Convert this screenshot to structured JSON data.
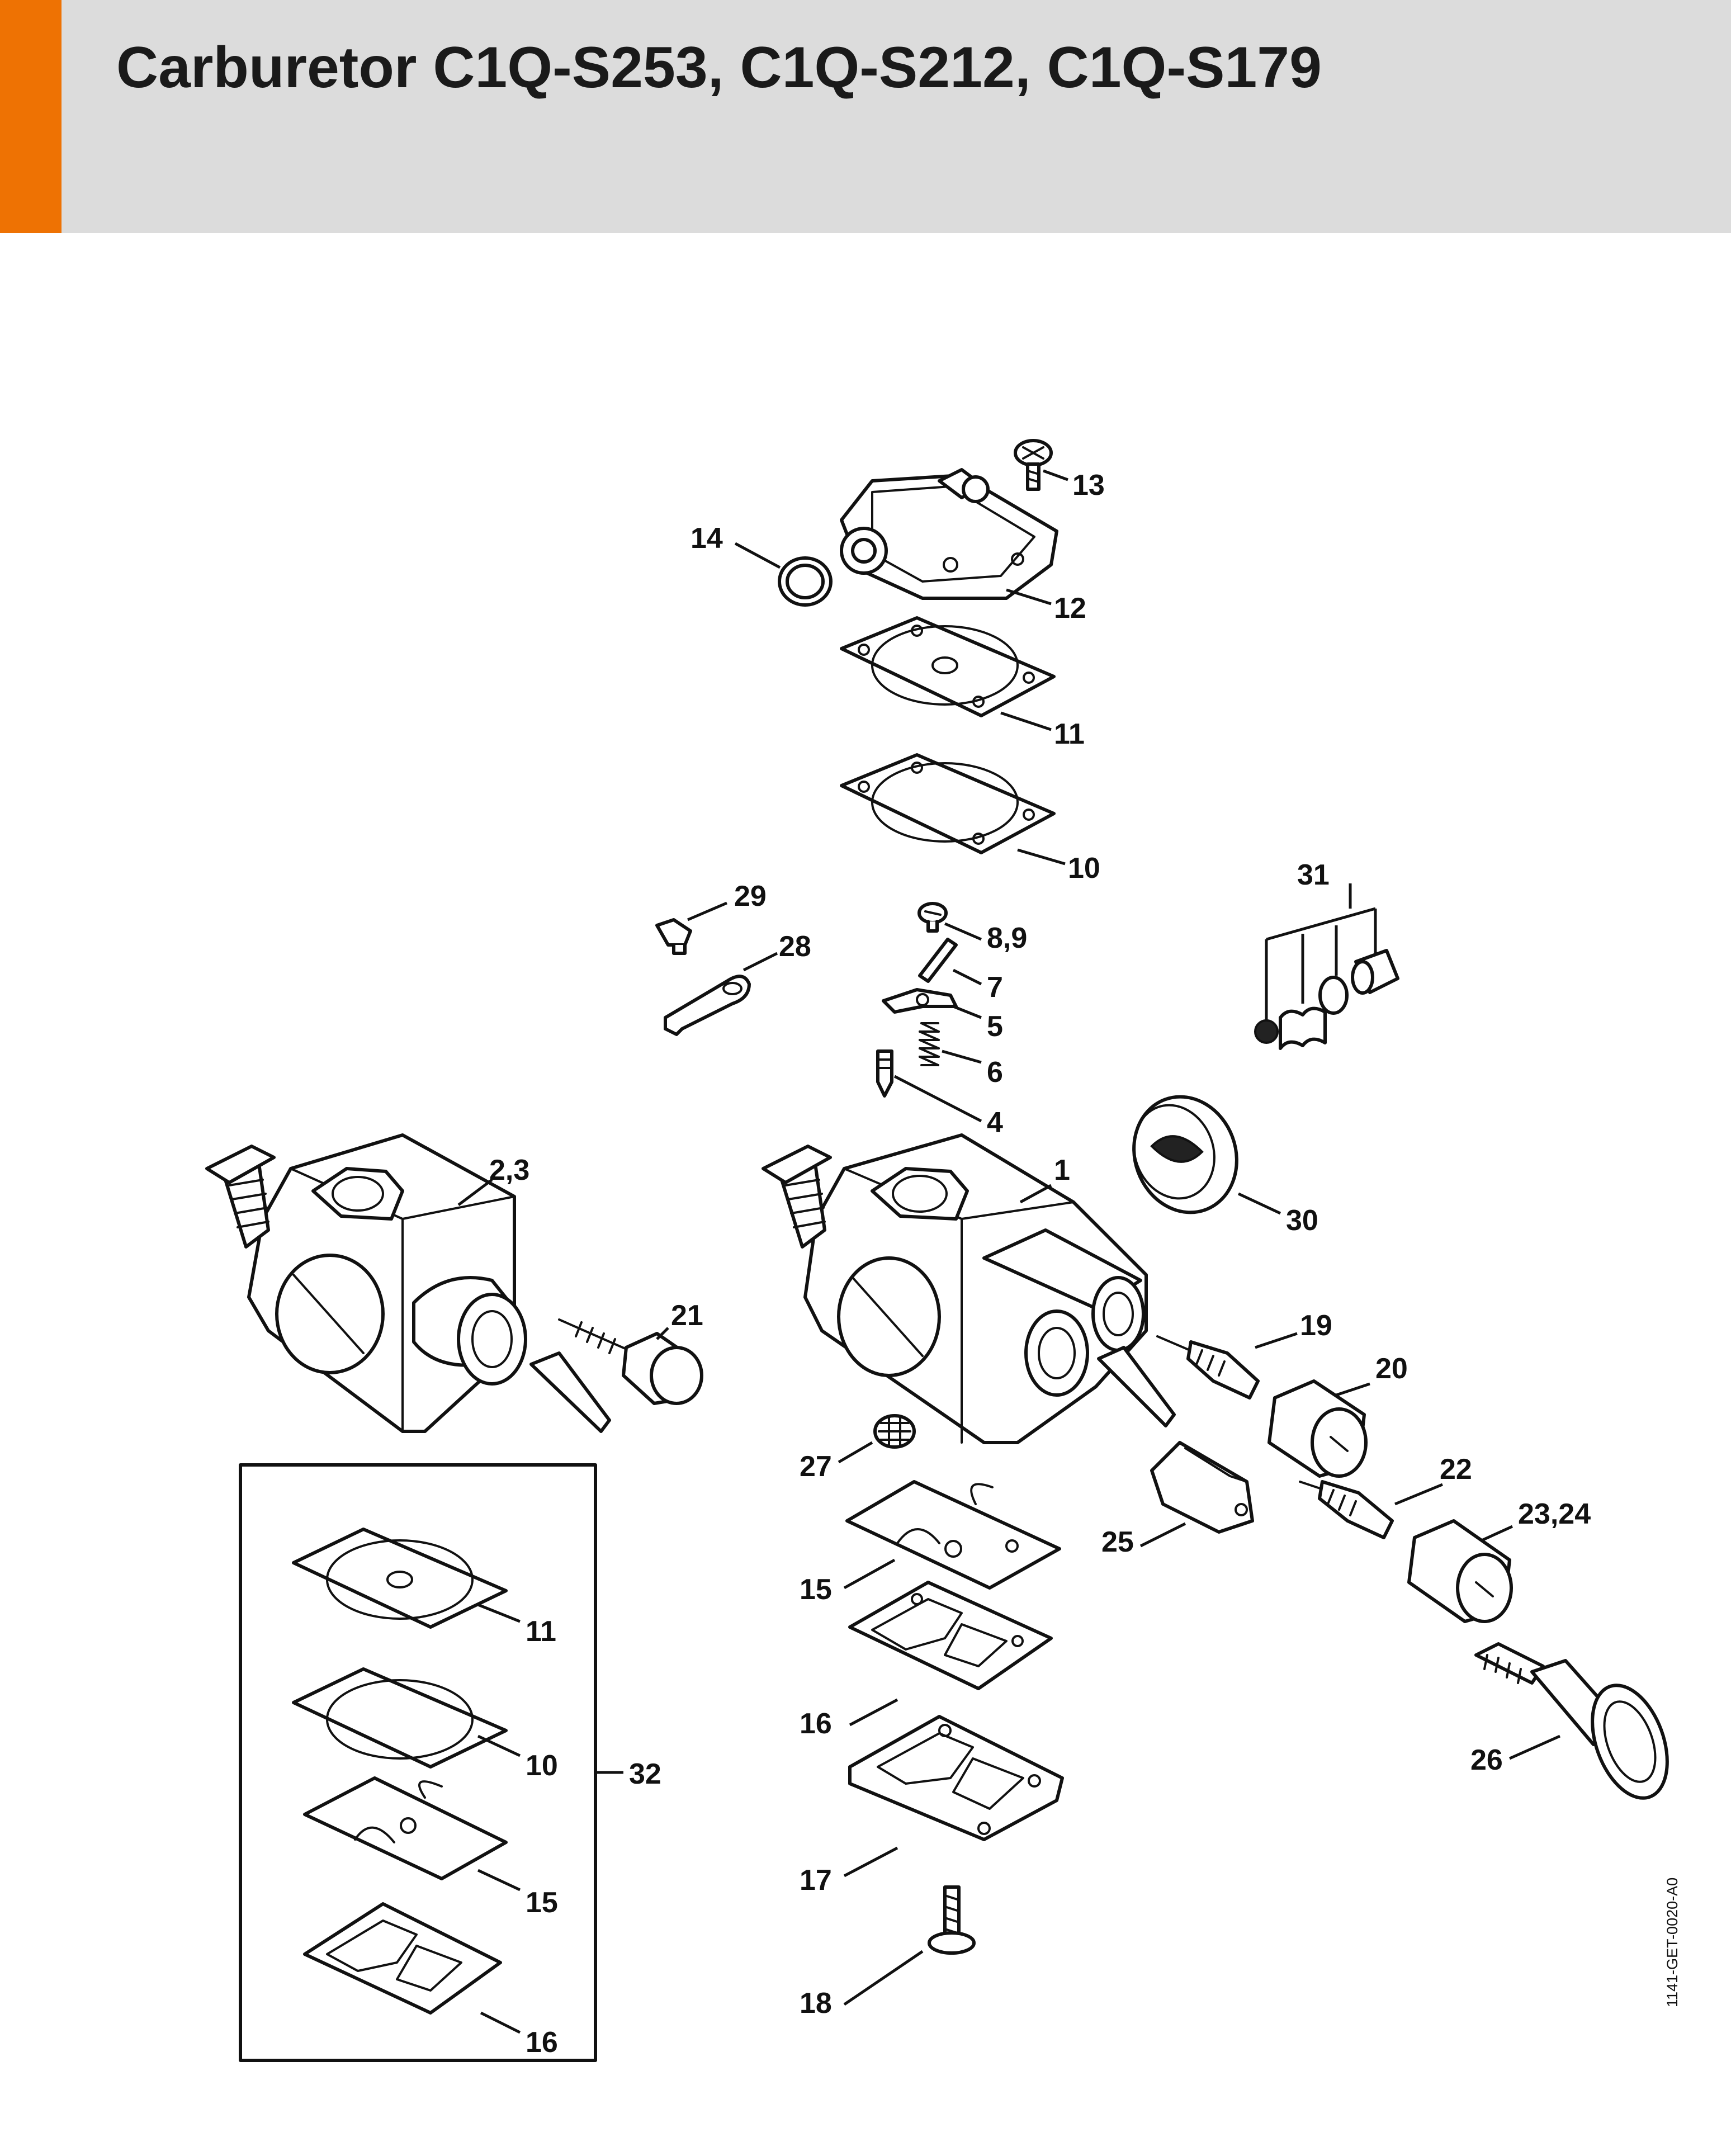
{
  "title": "Carburetor C1Q-S253, C1Q-S212, C1Q-S179",
  "colors": {
    "accent": "#ee7203",
    "header_bg": "#dcdcdc",
    "ink": "#111111"
  },
  "drawing_code": "1141-GET-0020-A0",
  "kit_label": "32",
  "callouts": [
    {
      "label": "13",
      "part": "screw"
    },
    {
      "label": "14",
      "part": "sealing ring"
    },
    {
      "label": "12",
      "part": "pump cover"
    },
    {
      "label": "11",
      "part": "pump diaphragm"
    },
    {
      "label": "10",
      "part": "gasket"
    },
    {
      "label": "31",
      "part": "fitting set"
    },
    {
      "label": "29",
      "part": "screw"
    },
    {
      "label": "28",
      "part": "lever"
    },
    {
      "label": "8,9",
      "part": "screw"
    },
    {
      "label": "7",
      "part": "pin"
    },
    {
      "label": "5",
      "part": "inlet control lever"
    },
    {
      "label": "6",
      "part": "spring"
    },
    {
      "label": "4",
      "part": "inlet needle"
    },
    {
      "label": "2,3",
      "part": "carburetor"
    },
    {
      "label": "1",
      "part": "carburetor"
    },
    {
      "label": "30",
      "part": "cap"
    },
    {
      "label": "21",
      "part": "adjusting screw"
    },
    {
      "label": "19",
      "part": "adjusting screw"
    },
    {
      "label": "20",
      "part": "limiter cap"
    },
    {
      "label": "27",
      "part": "strainer"
    },
    {
      "label": "22",
      "part": "adjusting screw"
    },
    {
      "label": "23,24",
      "part": "limiter cap"
    },
    {
      "label": "25",
      "part": "cover"
    },
    {
      "label": "15",
      "part": "metering diaphragm"
    },
    {
      "label": "16",
      "part": "gasket"
    },
    {
      "label": "26",
      "part": "adjusting screw"
    },
    {
      "label": "17",
      "part": "end cover"
    },
    {
      "label": "18",
      "part": "screw"
    },
    {
      "label": "11",
      "part": "pump diaphragm (kit)"
    },
    {
      "label": "10",
      "part": "gasket (kit)"
    },
    {
      "label": "15",
      "part": "metering diaphragm (kit)"
    },
    {
      "label": "16",
      "part": "gasket (kit)"
    }
  ]
}
